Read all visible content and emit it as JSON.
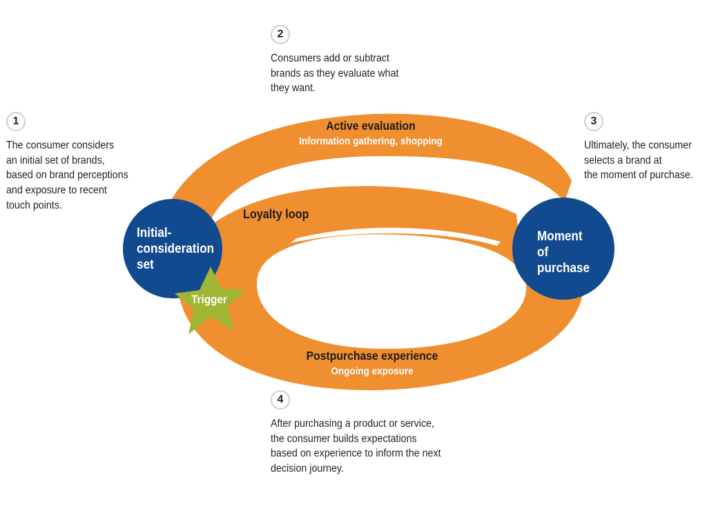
{
  "steps": [
    {
      "number": "1",
      "text": "The consumer considers\nan initial set of brands,\nbased on brand perceptions\nand exposure to recent\ntouch points."
    },
    {
      "number": "2",
      "text": "Consumers add or subtract\nbrands as they evaluate what\nthey want."
    },
    {
      "number": "3",
      "text": "Ultimately, the consumer\nselects a brand at\nthe moment of purchase."
    },
    {
      "number": "4",
      "text": "After purchasing a product or service,\nthe consumer builds expectations\nbased on experience to inform the next\ndecision journey."
    }
  ],
  "loop": {
    "active_title": "Active evaluation",
    "active_subtitle": "Information gathering, shopping",
    "loyalty": "Loyalty loop",
    "post_title": "Postpurchase experience",
    "post_subtitle": "Ongoing exposure"
  },
  "nodes": {
    "initial": "Initial-\nconsideration\nset",
    "moment": "Moment\nof\npurchase",
    "trigger": "Trigger"
  },
  "colors": {
    "loop": "#f08f2f",
    "circle": "#124a8f",
    "star": "#9fb632",
    "number_ring": "#cfcfcf"
  }
}
